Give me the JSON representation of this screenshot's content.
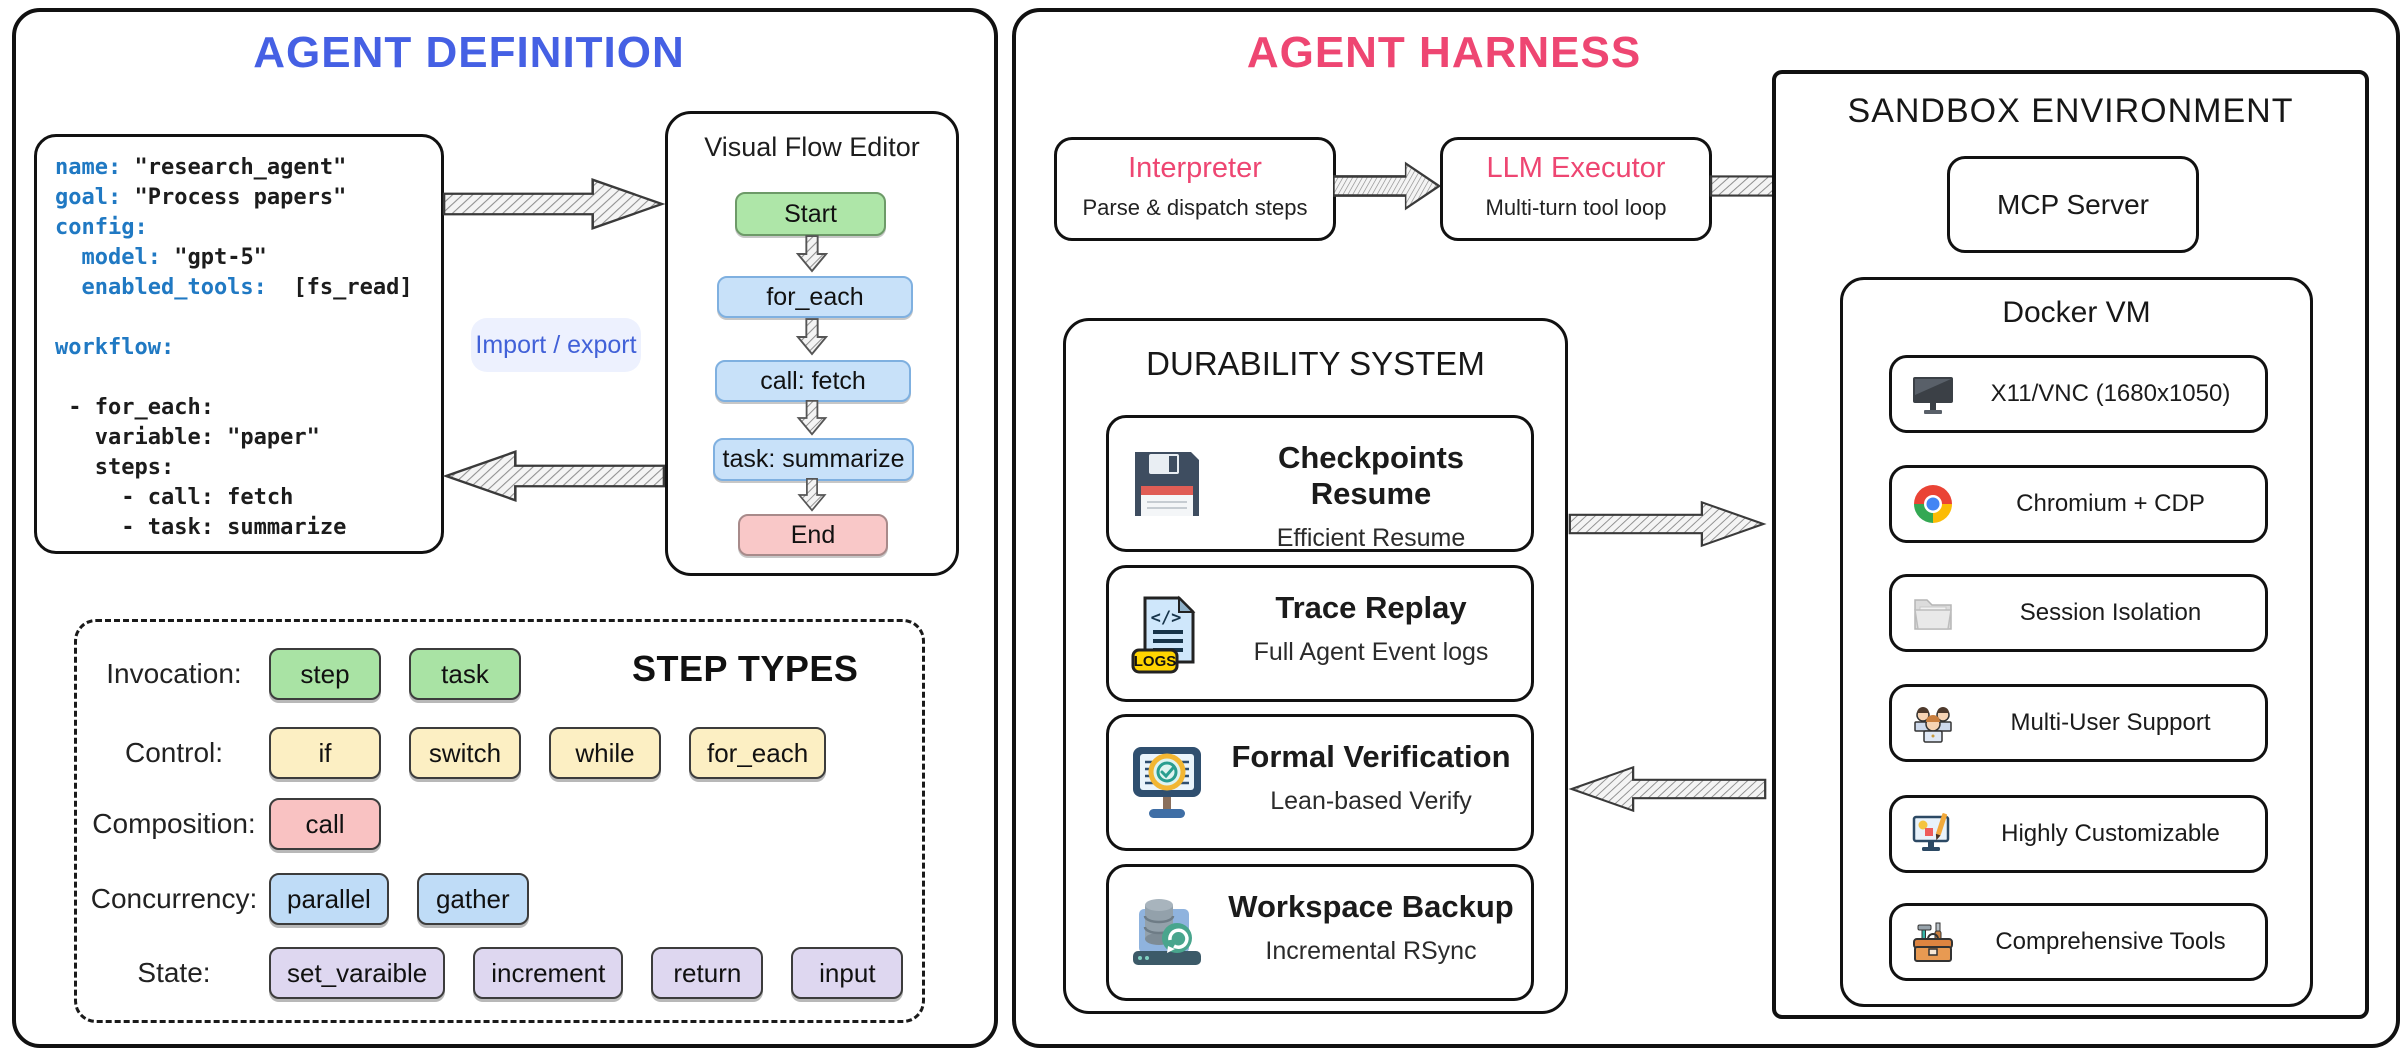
{
  "palette": {
    "definition_blue": "#4560e4",
    "harness_pink": "#ee4672",
    "code_key_blue": "#2079c3",
    "node_green": "#aee6a8",
    "node_blue": "#c8e1f9",
    "node_red": "#f9c8c8",
    "chip_green": "#a9e3a4",
    "chip_yellow": "#fcefc3",
    "chip_red": "#f9c2c2",
    "chip_blue": "#bfdcf7",
    "chip_purple": "#ded7f0",
    "import_chip_bg": "#edf1fe"
  },
  "left_panel": {
    "title": "AGENT DEFINITION",
    "code": {
      "lines": [
        {
          "key": "name:",
          "value": " \"research_agent\""
        },
        {
          "key": "goal:",
          "value": " \"Process papers\""
        },
        {
          "key": "config:",
          "value": ""
        },
        {
          "key": "  model:",
          "value": " \"gpt-5\""
        },
        {
          "key": "  enabled_tools:",
          "value": "  [fs_read]"
        },
        {
          "key": "",
          "value": ""
        },
        {
          "key": "workflow:",
          "value": ""
        },
        {
          "key": "",
          "value": ""
        },
        {
          "key": "",
          "value": " - for_each:"
        },
        {
          "key": "",
          "value": "   variable: \"paper\""
        },
        {
          "key": "",
          "value": "   steps:"
        },
        {
          "key": "",
          "value": "     - call: fetch"
        },
        {
          "key": "",
          "value": "     - task: summarize"
        }
      ]
    },
    "import_export_label": "Import / export",
    "flow_editor": {
      "title": "Visual Flow Editor",
      "nodes": [
        {
          "label": "Start",
          "type": "start"
        },
        {
          "label": "for_each",
          "type": "step"
        },
        {
          "label": "call: fetch",
          "type": "step"
        },
        {
          "label": "task: summarize",
          "type": "step"
        },
        {
          "label": "End",
          "type": "end"
        }
      ]
    },
    "step_types": {
      "title": "STEP TYPES",
      "rows": [
        {
          "label": "Invocation:",
          "color": "green",
          "chips": [
            "step",
            "task"
          ]
        },
        {
          "label": "Control:",
          "color": "yellow",
          "chips": [
            "if",
            "switch",
            "while",
            "for_each"
          ]
        },
        {
          "label": "Composition:",
          "color": "red",
          "chips": [
            "call"
          ]
        },
        {
          "label": "Concurrency:",
          "color": "blue",
          "chips": [
            "parallel",
            "gather"
          ]
        },
        {
          "label": "State:",
          "color": "purple",
          "chips": [
            "set_varaible",
            "increment",
            "return",
            "input"
          ]
        }
      ]
    }
  },
  "right_panel": {
    "title": "AGENT HARNESS",
    "interpreter": {
      "title": "Interpreter",
      "subtitle": "Parse & dispatch steps"
    },
    "llm_executor": {
      "title": "LLM Executor",
      "subtitle": "Multi-turn tool loop"
    },
    "durability": {
      "title": "DURABILITY SYSTEM",
      "items": [
        {
          "icon": "floppy-disk-icon",
          "title": "Checkpoints Resume",
          "subtitle": "Efficient Resume"
        },
        {
          "icon": "logs-document-icon",
          "title": "Trace Replay",
          "subtitle": "Full Agent Event logs"
        },
        {
          "icon": "verification-monitor-icon",
          "title": "Formal Verification",
          "subtitle": "Lean-based Verify"
        },
        {
          "icon": "database-sync-icon",
          "title": "Workspace Backup",
          "subtitle": "Incremental RSync"
        }
      ]
    },
    "sandbox": {
      "title": "SANDBOX ENVIRONMENT",
      "mcp_server_label": "MCP Server",
      "docker_vm": {
        "title": "Docker VM",
        "items": [
          {
            "icon": "monitor-icon",
            "label": "X11/VNC (1680x1050)"
          },
          {
            "icon": "chromium-icon",
            "label": "Chromium + CDP"
          },
          {
            "icon": "folder-icon",
            "label": "Session Isolation"
          },
          {
            "icon": "multi-user-icon",
            "label": "Multi-User Support"
          },
          {
            "icon": "design-monitor-icon",
            "label": "Highly Customizable"
          },
          {
            "icon": "toolbox-icon",
            "label": "Comprehensive Tools"
          }
        ]
      }
    }
  }
}
